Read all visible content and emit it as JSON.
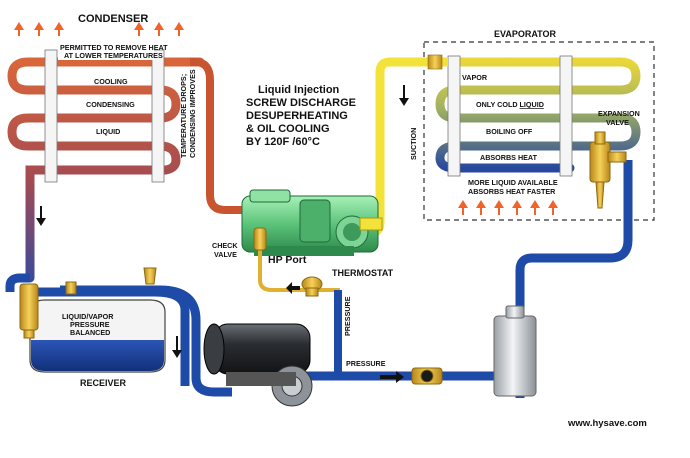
{
  "labels": {
    "condenser": "CONDENSER",
    "condenser_note_1": "PERMITTED TO REMOVE HEAT",
    "condenser_note_2": "AT LOWER TEMPERATURES",
    "cooling": "COOLING",
    "condensing": "CONDENSING",
    "liquid": "LIQUID",
    "temp_drops_1": "TEMPERATURE DROPS;",
    "temp_drops_2": "CONDENSING IMPROVES",
    "title_1": "Liquid Injection",
    "title_2": "SCREW DISCHARGE",
    "title_3": "DESUPERHEATING",
    "title_4": "& OIL COOLING",
    "title_5": "BY 120F /60°C",
    "evaporator": "EVAPORATOR",
    "vapor": "VAPOR",
    "only_cold_liquid_a": "ONLY COLD ",
    "only_cold_liquid_b": "LIQUID",
    "boiling_off": "BOILING OFF",
    "absorbs_heat": "ABSORBS HEAT",
    "more_liquid_1": "MORE LIQUID AVAILABLE",
    "more_liquid_2": "ABSORBS HEAT FASTER",
    "expansion_1": "EXPANSION",
    "expansion_2": "VALVE",
    "suction": "SUCTION",
    "check_valve_1": "CHECK",
    "check_valve_2": "VALVE",
    "hp_port": "HP Port",
    "thermostat": "THERMOSTAT",
    "pressure_vertical": "PRESSURE",
    "pressure_horizontal": "PRESSURE",
    "receiver_note_1": "LIQUID/VAPOR",
    "receiver_note_2": "PRESSURE",
    "receiver_note_3": "BALANCED",
    "receiver": "RECEIVER",
    "website": "www.hysave.com"
  },
  "colors": {
    "hot_gas": "#c8552f",
    "warm_coil": "#b84a3a",
    "liquid_blue": "#1a3a8f",
    "suction_yellow": "#f2e23a",
    "compressor_green": "#6fcf8a",
    "arrow_orange": "#f0642a",
    "brass": "#e0b030"
  }
}
